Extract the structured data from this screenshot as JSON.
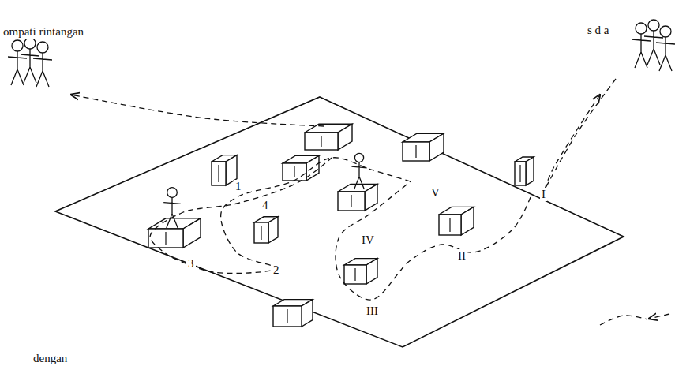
{
  "diagram": {
    "labels": [
      "ompati rintangan",
      "s d a",
      "1",
      "2",
      "3",
      "4",
      "I",
      "II",
      "III",
      "IV",
      "V",
      "dengan"
    ]
  }
}
